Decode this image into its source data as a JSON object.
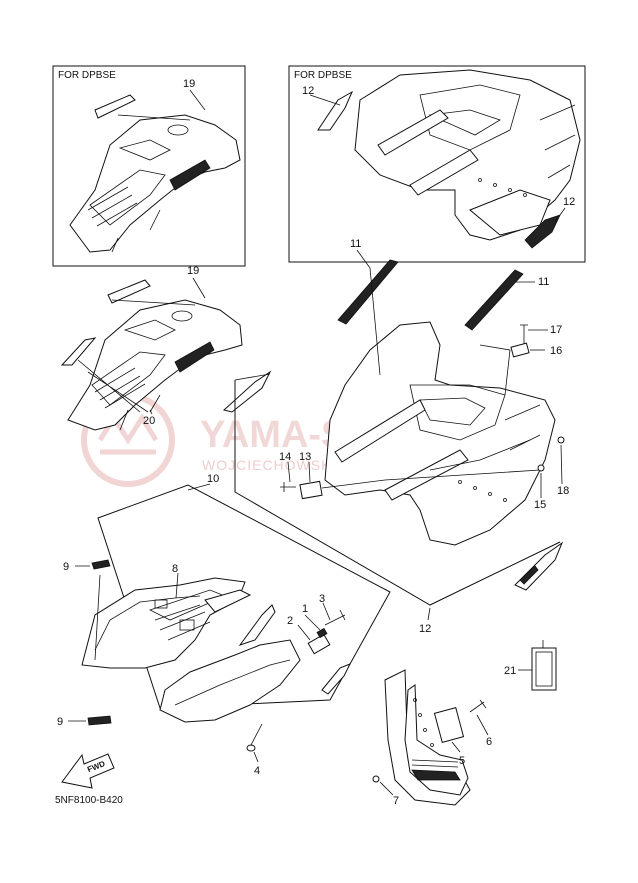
{
  "insets": [
    {
      "id": "left",
      "label": "FOR DPBSE"
    },
    {
      "id": "right",
      "label": "FOR DPBSE"
    }
  ],
  "callouts": {
    "c19_inset": "19",
    "c12_inset_a": "12",
    "c12_inset_b": "12",
    "c19": "19",
    "c20": "20",
    "c11_a": "11",
    "c11_b": "11",
    "c17": "17",
    "c16": "16",
    "c14": "14",
    "c13": "13",
    "c18": "18",
    "c15": "15",
    "c10": "10",
    "c9_a": "9",
    "c8": "8",
    "c3": "3",
    "c1": "1",
    "c2": "2",
    "c12": "12",
    "c21": "21",
    "c9_b": "9",
    "c6": "6",
    "c5": "5",
    "c4": "4",
    "c7": "7"
  },
  "fwd_label": "FWD",
  "diagram_code": "5NF8100-B420",
  "watermark": {
    "brand": "YAMA-SHOP.PL",
    "subline": "WOJCIECHOWSKI DEALER YAMAHA"
  }
}
